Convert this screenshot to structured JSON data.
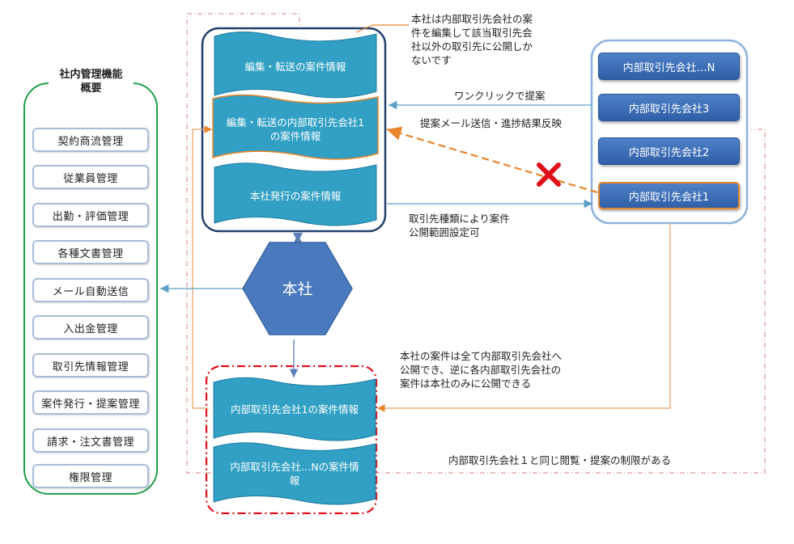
{
  "sidebar": {
    "title_line1": "社内管理機能",
    "title_line2": "概要",
    "items": [
      {
        "label": "契約商流管理"
      },
      {
        "label": "従業員管理"
      },
      {
        "label": "出勤・評価管理"
      },
      {
        "label": "各種文書管理"
      },
      {
        "label": "メール自動送信"
      },
      {
        "label": "入出金管理"
      },
      {
        "label": "取引先情報管理"
      },
      {
        "label": "案件発行・提案管理"
      },
      {
        "label": "請求・注文書管理"
      },
      {
        "label": "権限管理"
      }
    ]
  },
  "head_office_box": {
    "items": [
      {
        "label_line1": "編集・転送の案件情報",
        "label_line2": ""
      },
      {
        "label_line1": "編集・転送の内部取引先会社1",
        "label_line2": "の案件情報"
      },
      {
        "label_line1": "本社発行の案件情報",
        "label_line2": ""
      }
    ]
  },
  "hub": {
    "label": "本社"
  },
  "partners": {
    "items": [
      {
        "label": "内部取引先会社…N"
      },
      {
        "label": "内部取引先会社3"
      },
      {
        "label": "内部取引先会社2"
      },
      {
        "label": "内部取引先会社1"
      }
    ]
  },
  "partner_cases": {
    "items": [
      {
        "label_line1": "内部取引先会社1の案件情報",
        "label_line2": ""
      },
      {
        "label_line1": "内部取引先会社…Nの案件情",
        "label_line2": "報"
      }
    ]
  },
  "annotations": {
    "top_note": [
      "本社は内部取引先会社の案",
      "件を編集して該当取引先会",
      "社以外の取引先に公開しか",
      "ないです"
    ],
    "one_click": "ワンクリックで提案",
    "proposal_mail": "提案メール送信・進捗結果反映",
    "scope": [
      "取引先種類により案件",
      "公開範囲設定可"
    ],
    "publish_note": [
      "本社の案件は全て内部取引先会社へ",
      "公開でき、逆に各内部取引先会社の",
      "案件は本社のみに公開できる"
    ],
    "restriction": "内部取引先会社１と同じ閲覧・提案の制限がある"
  },
  "colors": {
    "sidebar_border": "#1fa04a",
    "scroll_fill": "#31a0c4",
    "partner_fill": "#3d6fb8",
    "hub_fill": "#4a7abd",
    "dash_red": "#e0101a",
    "orange": "#e8852a",
    "arrow_blue": "#5aa0c8"
  },
  "icons": {
    "blocked": "cross-mark-icon"
  }
}
